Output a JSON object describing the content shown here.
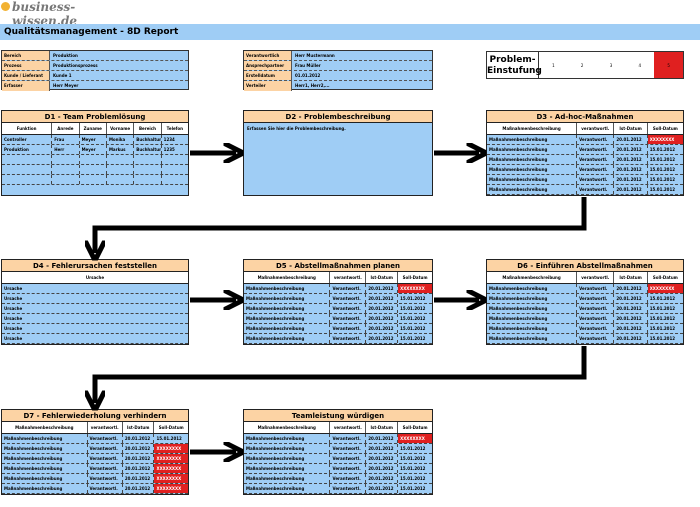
{
  "watermark": "business-wissen.de",
  "title": "Qualitätsmanagement - 8D Report",
  "header_left": [
    {
      "k": "Bereich",
      "v": "Produktion"
    },
    {
      "k": "Prozess",
      "v": "Produktionsprozess"
    },
    {
      "k": "Kunde / Lieferant",
      "v": "Kunde 1"
    },
    {
      "k": "Erfasser",
      "v": "Herr Meyer"
    }
  ],
  "header_mid": [
    {
      "k": "Verantwortlich",
      "v": "Herr Mustermann"
    },
    {
      "k": "Ansprechpartner",
      "v": "Frau Müller"
    },
    {
      "k": "Erstelldatum",
      "v": "01.01.2012"
    },
    {
      "k": "Verteiler",
      "v": "Herr1, Herr2,..."
    }
  ],
  "einstufung": {
    "label": "Problem-Einstufung",
    "cells": [
      "1",
      "2",
      "3",
      "4",
      "5"
    ],
    "selected_index": 4,
    "selected_color": "#e02020"
  },
  "d1": {
    "title": "D1 - Team Problemlösung",
    "headers": [
      "Funktion",
      "Anrede",
      "Zuname",
      "Vorname",
      "Bereich",
      "Telefon"
    ],
    "rows": [
      [
        "Controller",
        "Frau",
        "Meyer",
        "Monika",
        "Buchhaltung",
        "1234"
      ],
      [
        "Produktion",
        "Herr",
        "Meyer",
        "Markus",
        "Buchhaltung",
        "1235"
      ],
      [
        "",
        "",
        "",
        "",
        "",
        ""
      ],
      [
        "",
        "",
        "",
        "",
        "",
        ""
      ],
      [
        "",
        "",
        "",
        "",
        "",
        ""
      ]
    ]
  },
  "d2": {
    "title": "D2 - Problembeschreibung",
    "text": "Erfassen Sie hier die Problembeschreibung."
  },
  "d3": {
    "title": "D3 - Ad-hoc-Maßnahmen",
    "headers": [
      "Maßnahmenbeschreibung",
      "verantwortl.",
      "Ist-Datum",
      "Soll-Datum"
    ],
    "rows": [
      [
        "Maßnahmenbeschreibung",
        "Verantwortl.",
        "20.01.2012",
        "XXXXXXXX"
      ],
      [
        "Maßnahmenbeschreibung",
        "Verantwortl.",
        "20.01.2012",
        "15.01.2012"
      ],
      [
        "Maßnahmenbeschreibung",
        "Verantwortl.",
        "20.01.2012",
        "15.01.2012"
      ],
      [
        "Maßnahmenbeschreibung",
        "Verantwortl.",
        "20.01.2012",
        "15.01.2012"
      ],
      [
        "Maßnahmenbeschreibung",
        "Verantwortl.",
        "20.01.2012",
        "15.01.2012"
      ],
      [
        "Maßnahmenbeschreibung",
        "Verantwortl.",
        "20.01.2012",
        "15.01.2012"
      ]
    ],
    "red_rows": [
      0
    ]
  },
  "d4": {
    "title": "D4 - Fehlerursachen feststellen",
    "header": "Ursache",
    "rows": [
      "Ursache",
      "Ursache",
      "Ursache",
      "Ursache",
      "Ursache",
      "Ursache"
    ]
  },
  "d5": {
    "title": "D5 - Abstellmaßnahmen planen",
    "headers": [
      "Maßnahmenbeschreibung",
      "verantwortl.",
      "Ist-Datum",
      "Soll-Datum"
    ],
    "rows": [
      [
        "Maßnahmenbeschreibung",
        "Verantwortl.",
        "20.01.2012",
        "XXXXXXXX"
      ],
      [
        "Maßnahmenbeschreibung",
        "Verantwortl.",
        "20.01.2012",
        "15.01.2012"
      ],
      [
        "Maßnahmenbeschreibung",
        "Verantwortl.",
        "20.01.2012",
        "15.01.2012"
      ],
      [
        "Maßnahmenbeschreibung",
        "Verantwortl.",
        "20.01.2012",
        "15.01.2012"
      ],
      [
        "Maßnahmenbeschreibung",
        "Verantwortl.",
        "20.01.2012",
        "15.01.2012"
      ],
      [
        "Maßnahmenbeschreibung",
        "Verantwortl.",
        "20.01.2012",
        "15.01.2012"
      ]
    ],
    "red_rows": [
      0
    ]
  },
  "d6": {
    "title": "D6 - Einführen Abstellmaßnahmen",
    "headers": [
      "Maßnahmenbeschreibung",
      "verantwortl.",
      "Ist-Datum",
      "Soll-Datum"
    ],
    "rows": [
      [
        "Maßnahmenbeschreibung",
        "Verantwortl.",
        "20.01.2012",
        "XXXXXXXX"
      ],
      [
        "Maßnahmenbeschreibung",
        "Verantwortl.",
        "20.01.2012",
        "15.01.2012"
      ],
      [
        "Maßnahmenbeschreibung",
        "Verantwortl.",
        "20.01.2012",
        "15.01.2012"
      ],
      [
        "Maßnahmenbeschreibung",
        "Verantwortl.",
        "20.01.2012",
        "15.01.2012"
      ],
      [
        "Maßnahmenbeschreibung",
        "Verantwortl.",
        "20.01.2012",
        "15.01.2012"
      ],
      [
        "Maßnahmenbeschreibung",
        "Verantwortl.",
        "20.01.2012",
        "15.01.2012"
      ]
    ],
    "red_rows": [
      0
    ]
  },
  "d7": {
    "title": "D7 - Fehlerwiederholung verhindern",
    "headers": [
      "Maßnahmenbeschreibung",
      "verantwortl.",
      "Ist-Datum",
      "Soll-Datum"
    ],
    "rows": [
      [
        "Maßnahmenbeschreibung",
        "Verantwortl.",
        "20.01.2012",
        "15.01.2012"
      ],
      [
        "Maßnahmenbeschreibung",
        "Verantwortl.",
        "20.01.2012",
        "XXXXXXXX"
      ],
      [
        "Maßnahmenbeschreibung",
        "Verantwortl.",
        "20.01.2012",
        "XXXXXXXX"
      ],
      [
        "Maßnahmenbeschreibung",
        "Verantwortl.",
        "20.01.2012",
        "XXXXXXXX"
      ],
      [
        "Maßnahmenbeschreibung",
        "Verantwortl.",
        "20.01.2012",
        "XXXXXXXX"
      ],
      [
        "Maßnahmenbeschreibung",
        "Verantwortl.",
        "20.01.2012",
        "XXXXXXXX"
      ]
    ],
    "red_rows": [
      1,
      2,
      3,
      4,
      5
    ]
  },
  "d8": {
    "title": "Teamleistung würdigen",
    "headers": [
      "Maßnahmenbeschreibung",
      "verantwortl.",
      "Ist-Datum",
      "Soll-Datum"
    ],
    "rows": [
      [
        "Maßnahmenbeschreibung",
        "Verantwortl.",
        "20.01.2012",
        "XXXXXXXX"
      ],
      [
        "Maßnahmenbeschreibung",
        "Verantwortl.",
        "20.01.2012",
        "15.01.2012"
      ],
      [
        "Maßnahmenbeschreibung",
        "Verantwortl.",
        "20.01.2012",
        "15.01.2012"
      ],
      [
        "Maßnahmenbeschreibung",
        "Verantwortl.",
        "20.01.2012",
        "15.01.2012"
      ],
      [
        "Maßnahmenbeschreibung",
        "Verantwortl.",
        "20.01.2012",
        "15.01.2012"
      ],
      [
        "Maßnahmenbeschreibung",
        "Verantwortl.",
        "20.01.2012",
        "15.01.2012"
      ]
    ],
    "red_rows": [
      0
    ]
  },
  "colors": {
    "header_fill": "#fcd3a4",
    "body_fill": "#9fcdf5",
    "alert": "#e02020",
    "arrow": "#000000"
  }
}
